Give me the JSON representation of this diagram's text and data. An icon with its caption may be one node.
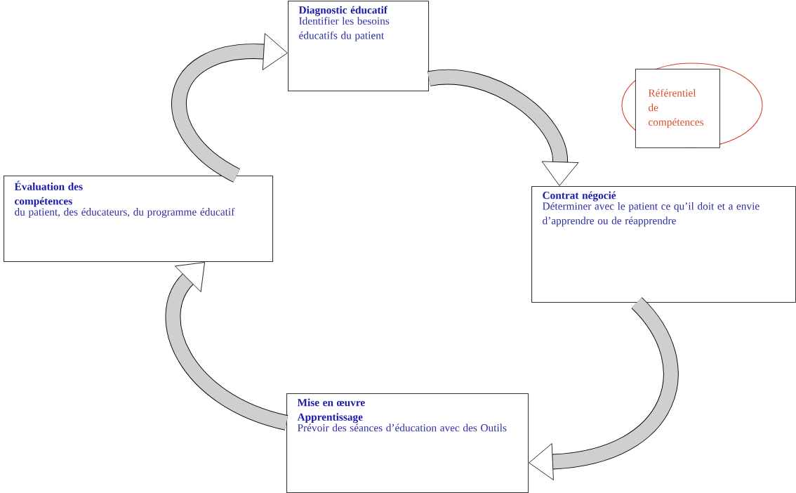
{
  "diagram": {
    "nodes": [
      {
        "text": [
          "Diagnostic éducatif",
          "Identifier les besoins éducatifs du patient"
        ]
      },
      {
        "text": [],
        "shape": "ellipse"
      },
      {
        "text": [
          "Référentiel de compétences"
        ],
        "in": 1
      },
      {
        "text": [
          "Évaluation des compétences",
          "du patient, des éducateurs, du  programme éducatif"
        ]
      },
      {
        "text": [
          "Contrat négocié",
          "Déterminer avec le patient ce qu’il doit et a envie d’apprendre ou de réapprendre"
        ]
      },
      {
        "text": [
          "Mise en œuvre Apprentissage",
          "Prévoir des séances d’éducation avec des Outils"
        ]
      }
    ],
    "edges": [
      {
        "from": 0,
        "to": 4,
        "arrow": "to"
      },
      {
        "from": 4,
        "to": 5,
        "arrow": "to"
      },
      {
        "from": 5,
        "to": 3,
        "arrow": "to"
      },
      {
        "from": 3,
        "to": 0,
        "arrow": "to"
      }
    ]
  }
}
